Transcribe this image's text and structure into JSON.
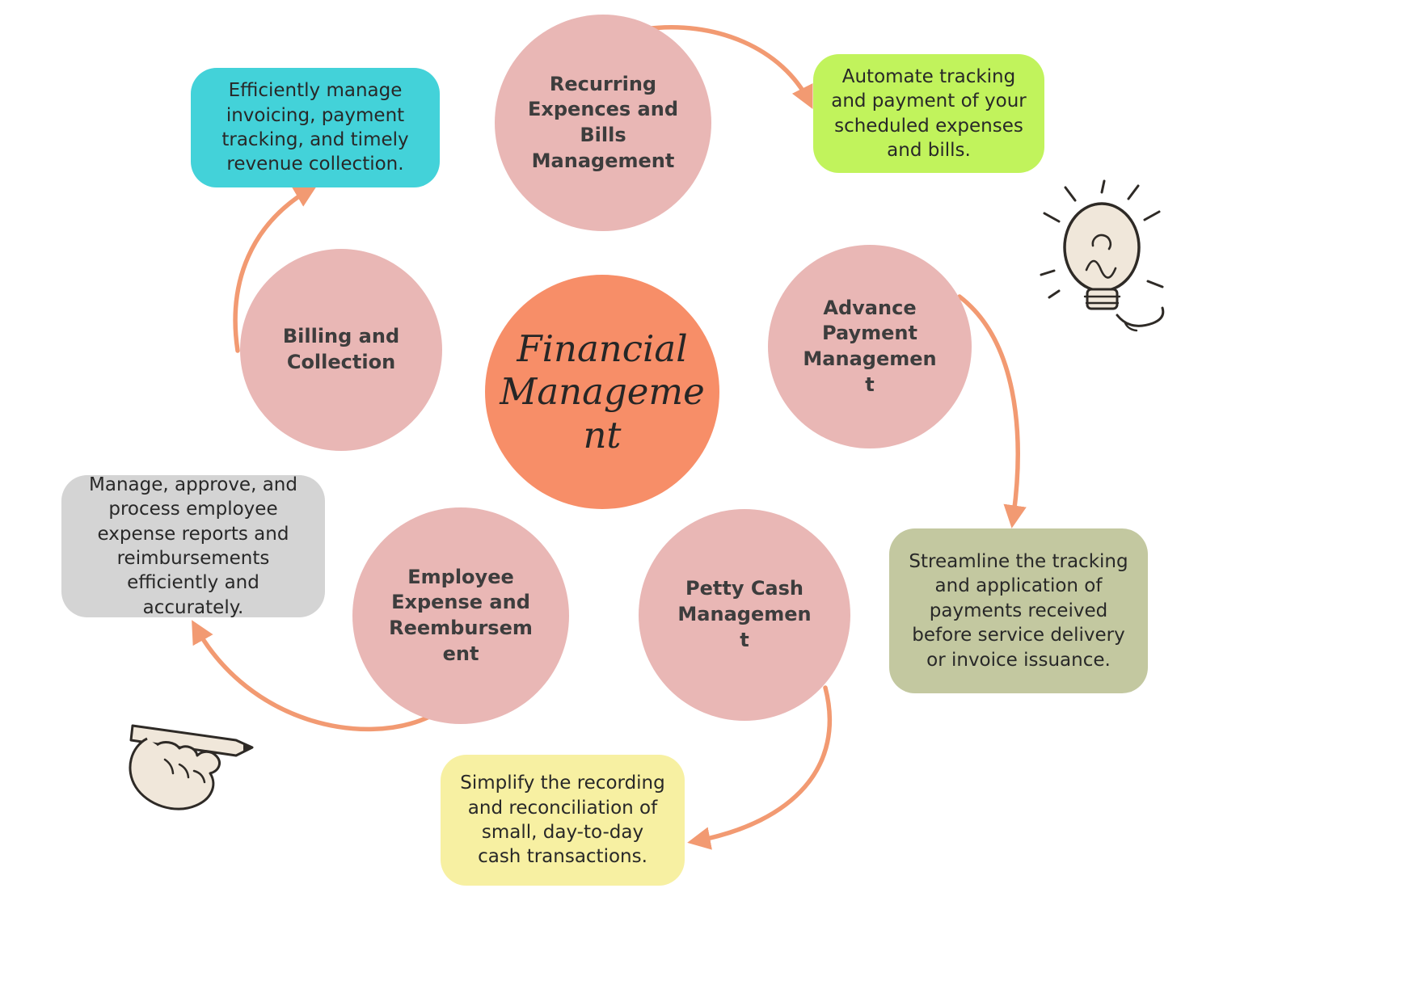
{
  "title": "Financial Management",
  "center": {
    "label": "Financial Management"
  },
  "nodes": [
    {
      "id": "recurring",
      "label": "Recurring Expences and Bills Management"
    },
    {
      "id": "billing",
      "label": "Billing and Collection"
    },
    {
      "id": "advance",
      "label": "Advance Payment Management"
    },
    {
      "id": "employee",
      "label": "Employee Expense and Reembursement"
    },
    {
      "id": "petty",
      "label": "Petty Cash Management"
    }
  ],
  "callouts": [
    {
      "for": "billing",
      "text": "Efficiently manage invoicing, payment tracking, and timely revenue collection.",
      "color": "#43d2d9"
    },
    {
      "for": "recurring",
      "text": "Automate tracking and payment of your scheduled expenses and bills.",
      "color": "#c1f35c"
    },
    {
      "for": "employee",
      "text": "Manage, approve, and process employee expense reports and reimbursements efficiently and accurately.",
      "color": "#d4d4d4"
    },
    {
      "for": "advance",
      "text": "Streamline the tracking and application of payments received before service delivery or invoice issuance.",
      "color": "#c3c8a0"
    },
    {
      "for": "petty",
      "text": "Simplify the recording and reconciliation of small, day-to-day cash transactions.",
      "color": "#f7f0a2"
    }
  ],
  "colors": {
    "node": "#e9b7b5",
    "center": "#f78e68",
    "arrow": "#f29a72",
    "node_text": "#3d3d3d",
    "callout_text": "#282828",
    "background": "#ffffff",
    "doodle_ink": "#2e2a26",
    "doodle_fill": "#f0e7da"
  },
  "icons": {
    "lightbulb": "lightbulb-doodle",
    "hand": "hand-writing-doodle"
  }
}
